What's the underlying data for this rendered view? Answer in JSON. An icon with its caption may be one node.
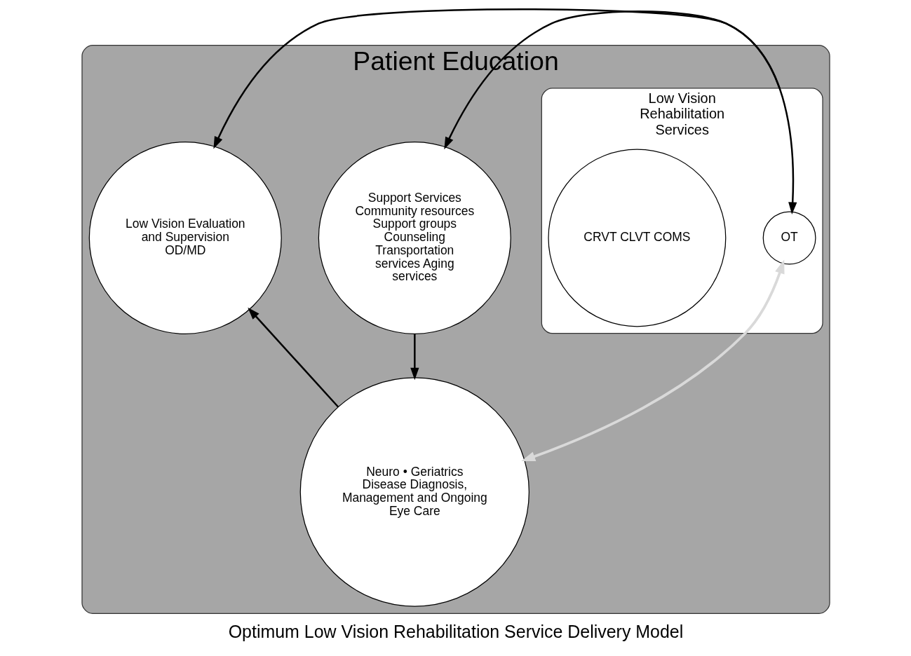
{
  "diagram": {
    "caption": "Optimum Low Vision Rehabilitation Service Delivery Model",
    "nodes": [
      {
        "text": [
          "Patient Education"
        ]
      },
      {
        "text": [
          "Low Vision Rehabilitation Services"
        ],
        "in": 0
      },
      {
        "text": [
          "OT"
        ],
        "in": 1
      },
      {
        "text": [
          "CRVT CLVT COMS"
        ],
        "in": 1
      },
      {
        "text": [
          "Support Services",
          "Community resources Support groups Counseling Transportation services Aging services"
        ],
        "in": 0
      },
      {
        "text": [
          "Neuro • Geriatrics",
          "Disease Diagnosis, Management and Ongoing Eye Care"
        ],
        "in": 0
      },
      {
        "text": [
          "Low Vision Evaluation and Supervision",
          "OD/MD"
        ],
        "in": 0
      }
    ],
    "edges": [
      {
        "from": 1,
        "to": 4,
        "arrow": "to"
      },
      {
        "from": 4,
        "to": 5,
        "arrow": "to"
      },
      {
        "from": 5,
        "to": 6,
        "arrow": "to"
      },
      {
        "from": 6,
        "to": 2,
        "arrow": "both"
      },
      {
        "from": 2,
        "to": 5,
        "arrow": "both",
        "color": "#d9d9d9"
      }
    ]
  }
}
